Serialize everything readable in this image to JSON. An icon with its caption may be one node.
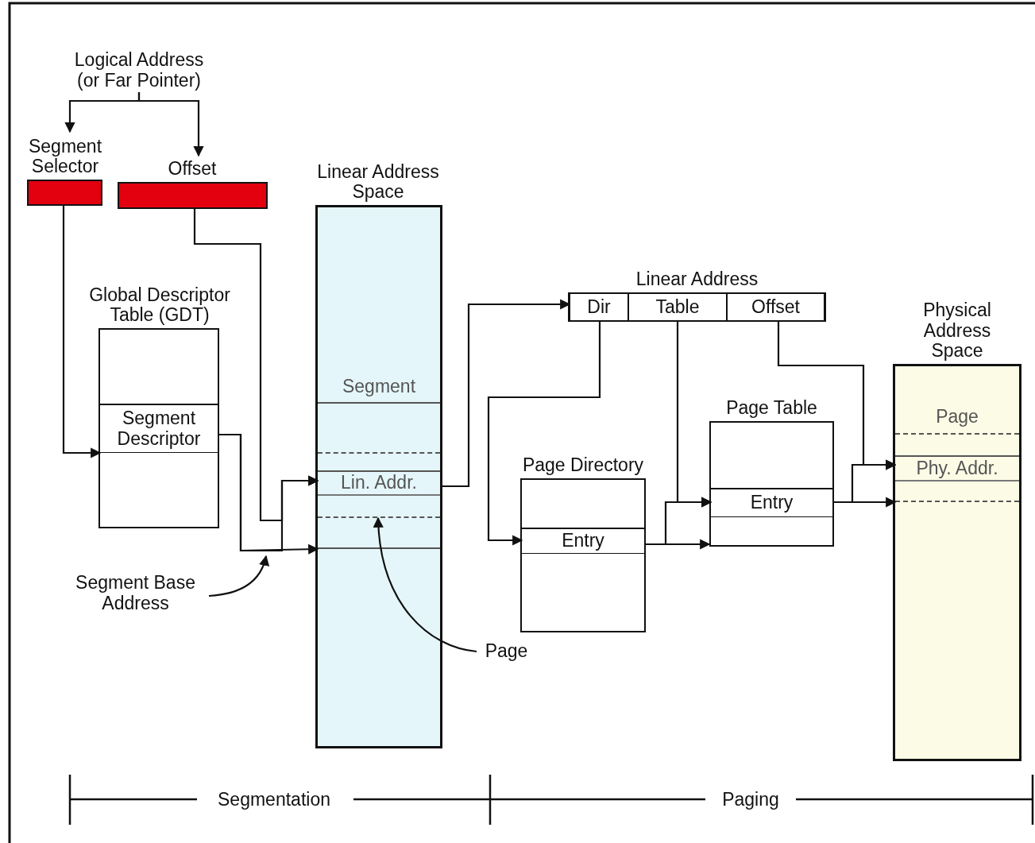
{
  "diagram": {
    "nodes": [
      {
        "text": [
          "Logical Address (or Far Pointer)"
        ]
      },
      {
        "text": [
          "Segment Selector"
        ]
      },
      {
        "text": [
          "Offset"
        ]
      },
      {
        "text": [
          "Linear Address Space"
        ]
      },
      {
        "text": [
          "Segment"
        ],
        "in": 3
      },
      {
        "text": [],
        "shape": "bar",
        "in": 4
      },
      {
        "text": [
          "Lin. Addr."
        ],
        "in": 5
      },
      {
        "text": [
          "Global Descriptor Table (GDT)"
        ]
      },
      {
        "text": [
          "Segment Descriptor"
        ],
        "in": 7
      },
      {
        "text": [
          "Segment Base Address"
        ]
      },
      {
        "text": [
          "Page"
        ]
      },
      {
        "text": [
          "Linear Address"
        ]
      },
      {
        "text": [
          "Dir"
        ],
        "in": 11
      },
      {
        "text": [
          "Table"
        ],
        "in": 11
      },
      {
        "text": [
          "Offset"
        ],
        "in": 11
      },
      {
        "text": [
          "Page Directory"
        ]
      },
      {
        "text": [
          "Entry"
        ],
        "in": 15
      },
      {
        "text": [
          "Page Table"
        ]
      },
      {
        "text": [
          "Entry"
        ],
        "in": 17
      },
      {
        "text": [
          "Physical Address Space"
        ]
      },
      {
        "text": [
          "Page"
        ],
        "in": 19
      },
      {
        "text": [
          "Phy. Addr."
        ],
        "in": 20
      }
    ],
    "edges": [
      {
        "from": 0,
        "to": 1,
        "arrow": "to"
      },
      {
        "from": 0,
        "to": 2,
        "arrow": "to"
      },
      {
        "from": 1,
        "to": 8,
        "arrow": "to"
      },
      {
        "from": 2,
        "to": 6,
        "arrow": "to"
      },
      {
        "from": 8,
        "to": 6,
        "arrow": "to"
      },
      {
        "from": 8,
        "to": 4,
        "arrow": "to"
      },
      {
        "from": 9,
        "to": null,
        "arrow": "to"
      },
      {
        "from": 10,
        "to": 5,
        "arrow": "to"
      },
      {
        "from": 6,
        "to": 12,
        "arrow": "to"
      },
      {
        "from": 12,
        "to": 16,
        "arrow": "to"
      },
      {
        "from": 16,
        "to": 18,
        "arrow": "to"
      },
      {
        "from": 16,
        "to": 17,
        "arrow": "to"
      },
      {
        "from": 13,
        "to": 18,
        "arrow": "to"
      },
      {
        "from": 14,
        "to": 21,
        "arrow": "to"
      },
      {
        "from": 18,
        "to": 21,
        "arrow": "to"
      },
      {
        "from": 18,
        "to": 20,
        "arrow": "to"
      }
    ],
    "labels": [
      "Segmentation",
      "Paging"
    ]
  }
}
